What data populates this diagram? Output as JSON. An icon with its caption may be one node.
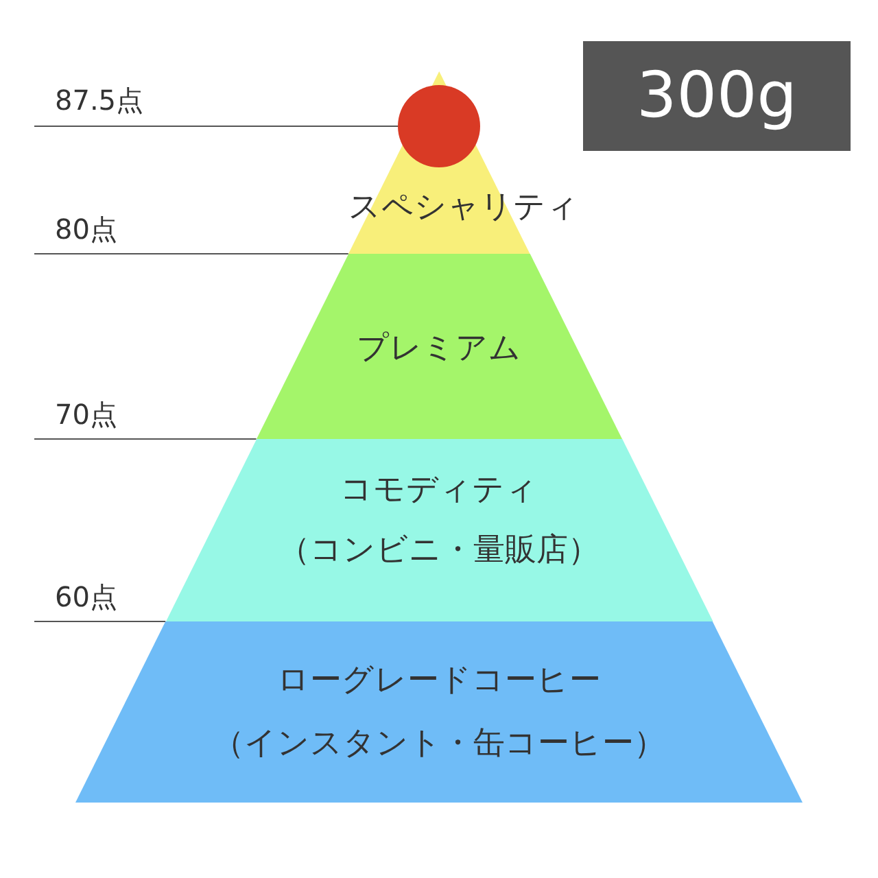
{
  "diagram": {
    "nodes": [
      {
        "text": [
          "スペシャリティ"
        ]
      },
      {
        "text": [
          "プレミアム"
        ]
      },
      {
        "text": [
          "コモディティ",
          "（コンビニ・量販店）"
        ]
      },
      {
        "text": [
          "ローグレードコーヒー",
          "（インスタント・缶コーヒー）"
        ]
      },
      {
        "text": [],
        "shape": "circle",
        "in": 0
      },
      {
        "text": [
          "300g"
        ]
      }
    ],
    "labels": [
      "87.5点",
      "80点",
      "70点",
      "60点"
    ]
  }
}
